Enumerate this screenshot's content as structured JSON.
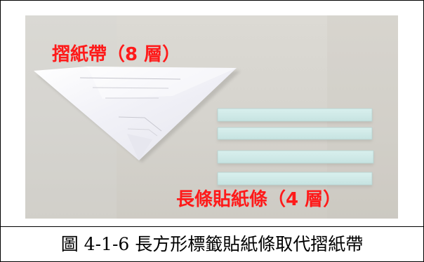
{
  "figure": {
    "labels": {
      "folded_paper": "摺紙帶（8 層）",
      "sticker_strips": "長條貼紙條（4 層）"
    },
    "caption": "圖 4-1-6 長方形標籤貼紙條取代摺紙帶"
  },
  "colors": {
    "label_text": "#ff1a1a",
    "caption_text": "#000000",
    "background": "#d8d6d0",
    "strip_fill": "#cfe9e7",
    "paper_fill": "#f7f7fb",
    "border": "#000000"
  }
}
